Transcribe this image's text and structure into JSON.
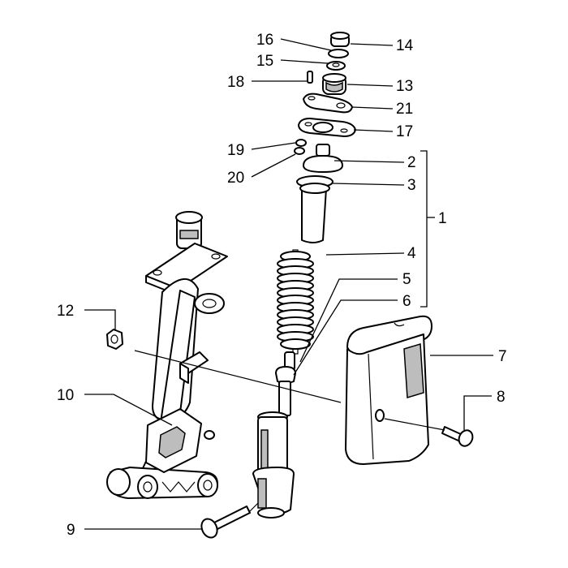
{
  "callouts": {
    "c1": "1",
    "c2": "2",
    "c3": "3",
    "c4": "4",
    "c5": "5",
    "c6": "6",
    "c7": "7",
    "c8": "8",
    "c9": "9",
    "c10": "10",
    "c12": "12",
    "c13": "13",
    "c14": "14",
    "c15": "15",
    "c16": "16",
    "c17": "17",
    "c18": "18",
    "c19": "19",
    "c20": "20",
    "c21": "21"
  },
  "colors": {
    "ink": "#000000",
    "paper": "#ffffff",
    "shade": "#bdbdbd"
  }
}
